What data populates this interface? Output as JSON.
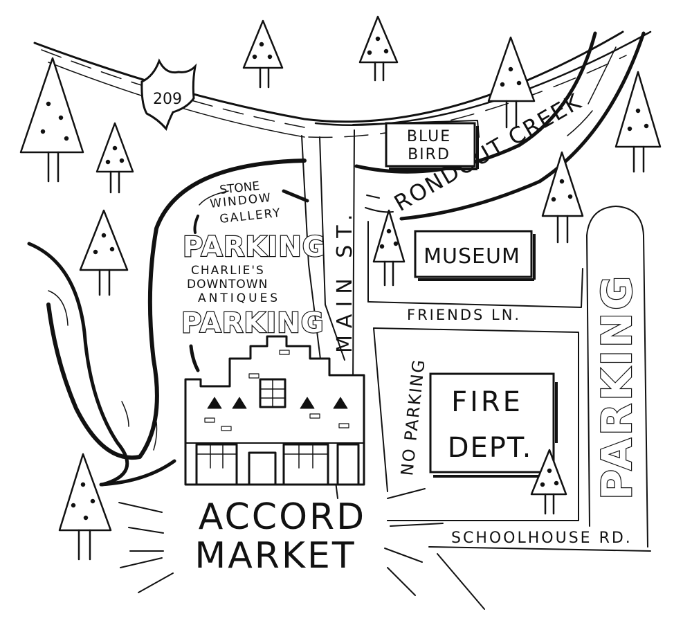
{
  "map": {
    "route_shield": "209",
    "creek_label": "RONDOUT CREEK",
    "main_street": "MAIN ST.",
    "friends_lane": "FRIENDS LN.",
    "schoolhouse_rd": "SCHOOLHOUSE RD.",
    "no_parking": "NO PARKING",
    "gallery": {
      "line1": "STONE",
      "line2": "WINDOW",
      "line3": "GALLERY"
    },
    "antiques": {
      "line1": "CHARLIE'S",
      "line2": "DOWNTOWN",
      "line3": "ANTIQUES"
    },
    "parking_1": "PARKING",
    "parking_2": "PARKING",
    "parking_3": "PARKING",
    "blue_bird": {
      "line1": "BLUE",
      "line2": "BIRD"
    },
    "museum": "MUSEUM",
    "fire_dept": {
      "line1": "FIRE",
      "line2": "DEPT."
    },
    "market": {
      "line1": "ACCORD",
      "line2": "MARKET"
    },
    "ink_color": "#111111",
    "paper_color": "#ffffff",
    "icons": [
      "route-shield-icon",
      "pine-tree-icon",
      "market-building-icon"
    ]
  }
}
